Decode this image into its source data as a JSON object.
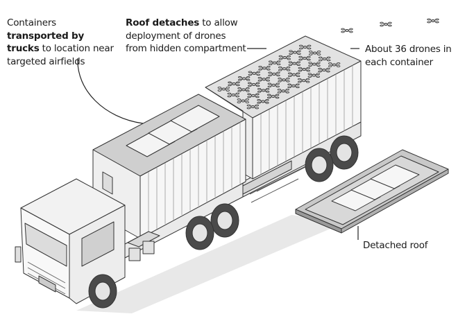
{
  "captions": {
    "trucks": {
      "pre": "Containers ",
      "bold": "transported by trucks",
      "post": " to location near targeted airfields"
    },
    "roof": {
      "bold": "Roof detaches",
      "post": " to allow deployment of drones from hidden compartment"
    },
    "drones": "About 36 drones in each container",
    "detached": "Detached roof"
  },
  "drones_per_container": 36,
  "colors": {
    "outline": "#3a3a3a",
    "container_fill": "#f7f7f7",
    "roof_fill": "#c9c9c9",
    "panel_fill": "#f4f4f4",
    "shadow": "#dcdcdc"
  }
}
